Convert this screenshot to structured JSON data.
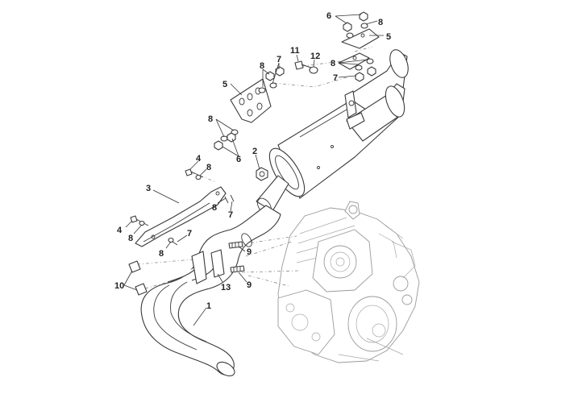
{
  "callouts": [
    {
      "id": "c6a",
      "text": "6"
    },
    {
      "id": "c8a",
      "text": "8"
    },
    {
      "id": "c5a",
      "text": "5"
    },
    {
      "id": "c11",
      "text": "11"
    },
    {
      "id": "c12",
      "text": "12"
    },
    {
      "id": "c8b",
      "text": "8"
    },
    {
      "id": "c7a",
      "text": "7"
    },
    {
      "id": "c8c",
      "text": "8"
    },
    {
      "id": "c7b",
      "text": "7"
    },
    {
      "id": "c5b",
      "text": "5"
    },
    {
      "id": "c8d",
      "text": "8"
    },
    {
      "id": "c6b",
      "text": "6"
    },
    {
      "id": "c2",
      "text": "2"
    },
    {
      "id": "c4a",
      "text": "4"
    },
    {
      "id": "c8e",
      "text": "8"
    },
    {
      "id": "c3",
      "text": "3"
    },
    {
      "id": "c8f",
      "text": "8"
    },
    {
      "id": "c7c",
      "text": "7"
    },
    {
      "id": "c4b",
      "text": "4"
    },
    {
      "id": "c8g",
      "text": "8"
    },
    {
      "id": "c7d",
      "text": "7"
    },
    {
      "id": "c8h",
      "text": "8"
    },
    {
      "id": "c9a",
      "text": "9"
    },
    {
      "id": "c10",
      "text": "10"
    },
    {
      "id": "c13",
      "text": "13"
    },
    {
      "id": "c9b",
      "text": "9"
    },
    {
      "id": "c1",
      "text": "1"
    }
  ],
  "icons": {
    "muffler": "muffler-icon",
    "header_pipe": "exhaust-header-pipe-icon",
    "engine": "engine-block-icon",
    "bracket": "mounting-bracket-icon",
    "heat_shield": "heat-shield-icon"
  },
  "colors": {
    "line": "#3a3a3a",
    "engine_line": "#9a9a9a",
    "label": "#222222",
    "background": "#ffffff"
  }
}
